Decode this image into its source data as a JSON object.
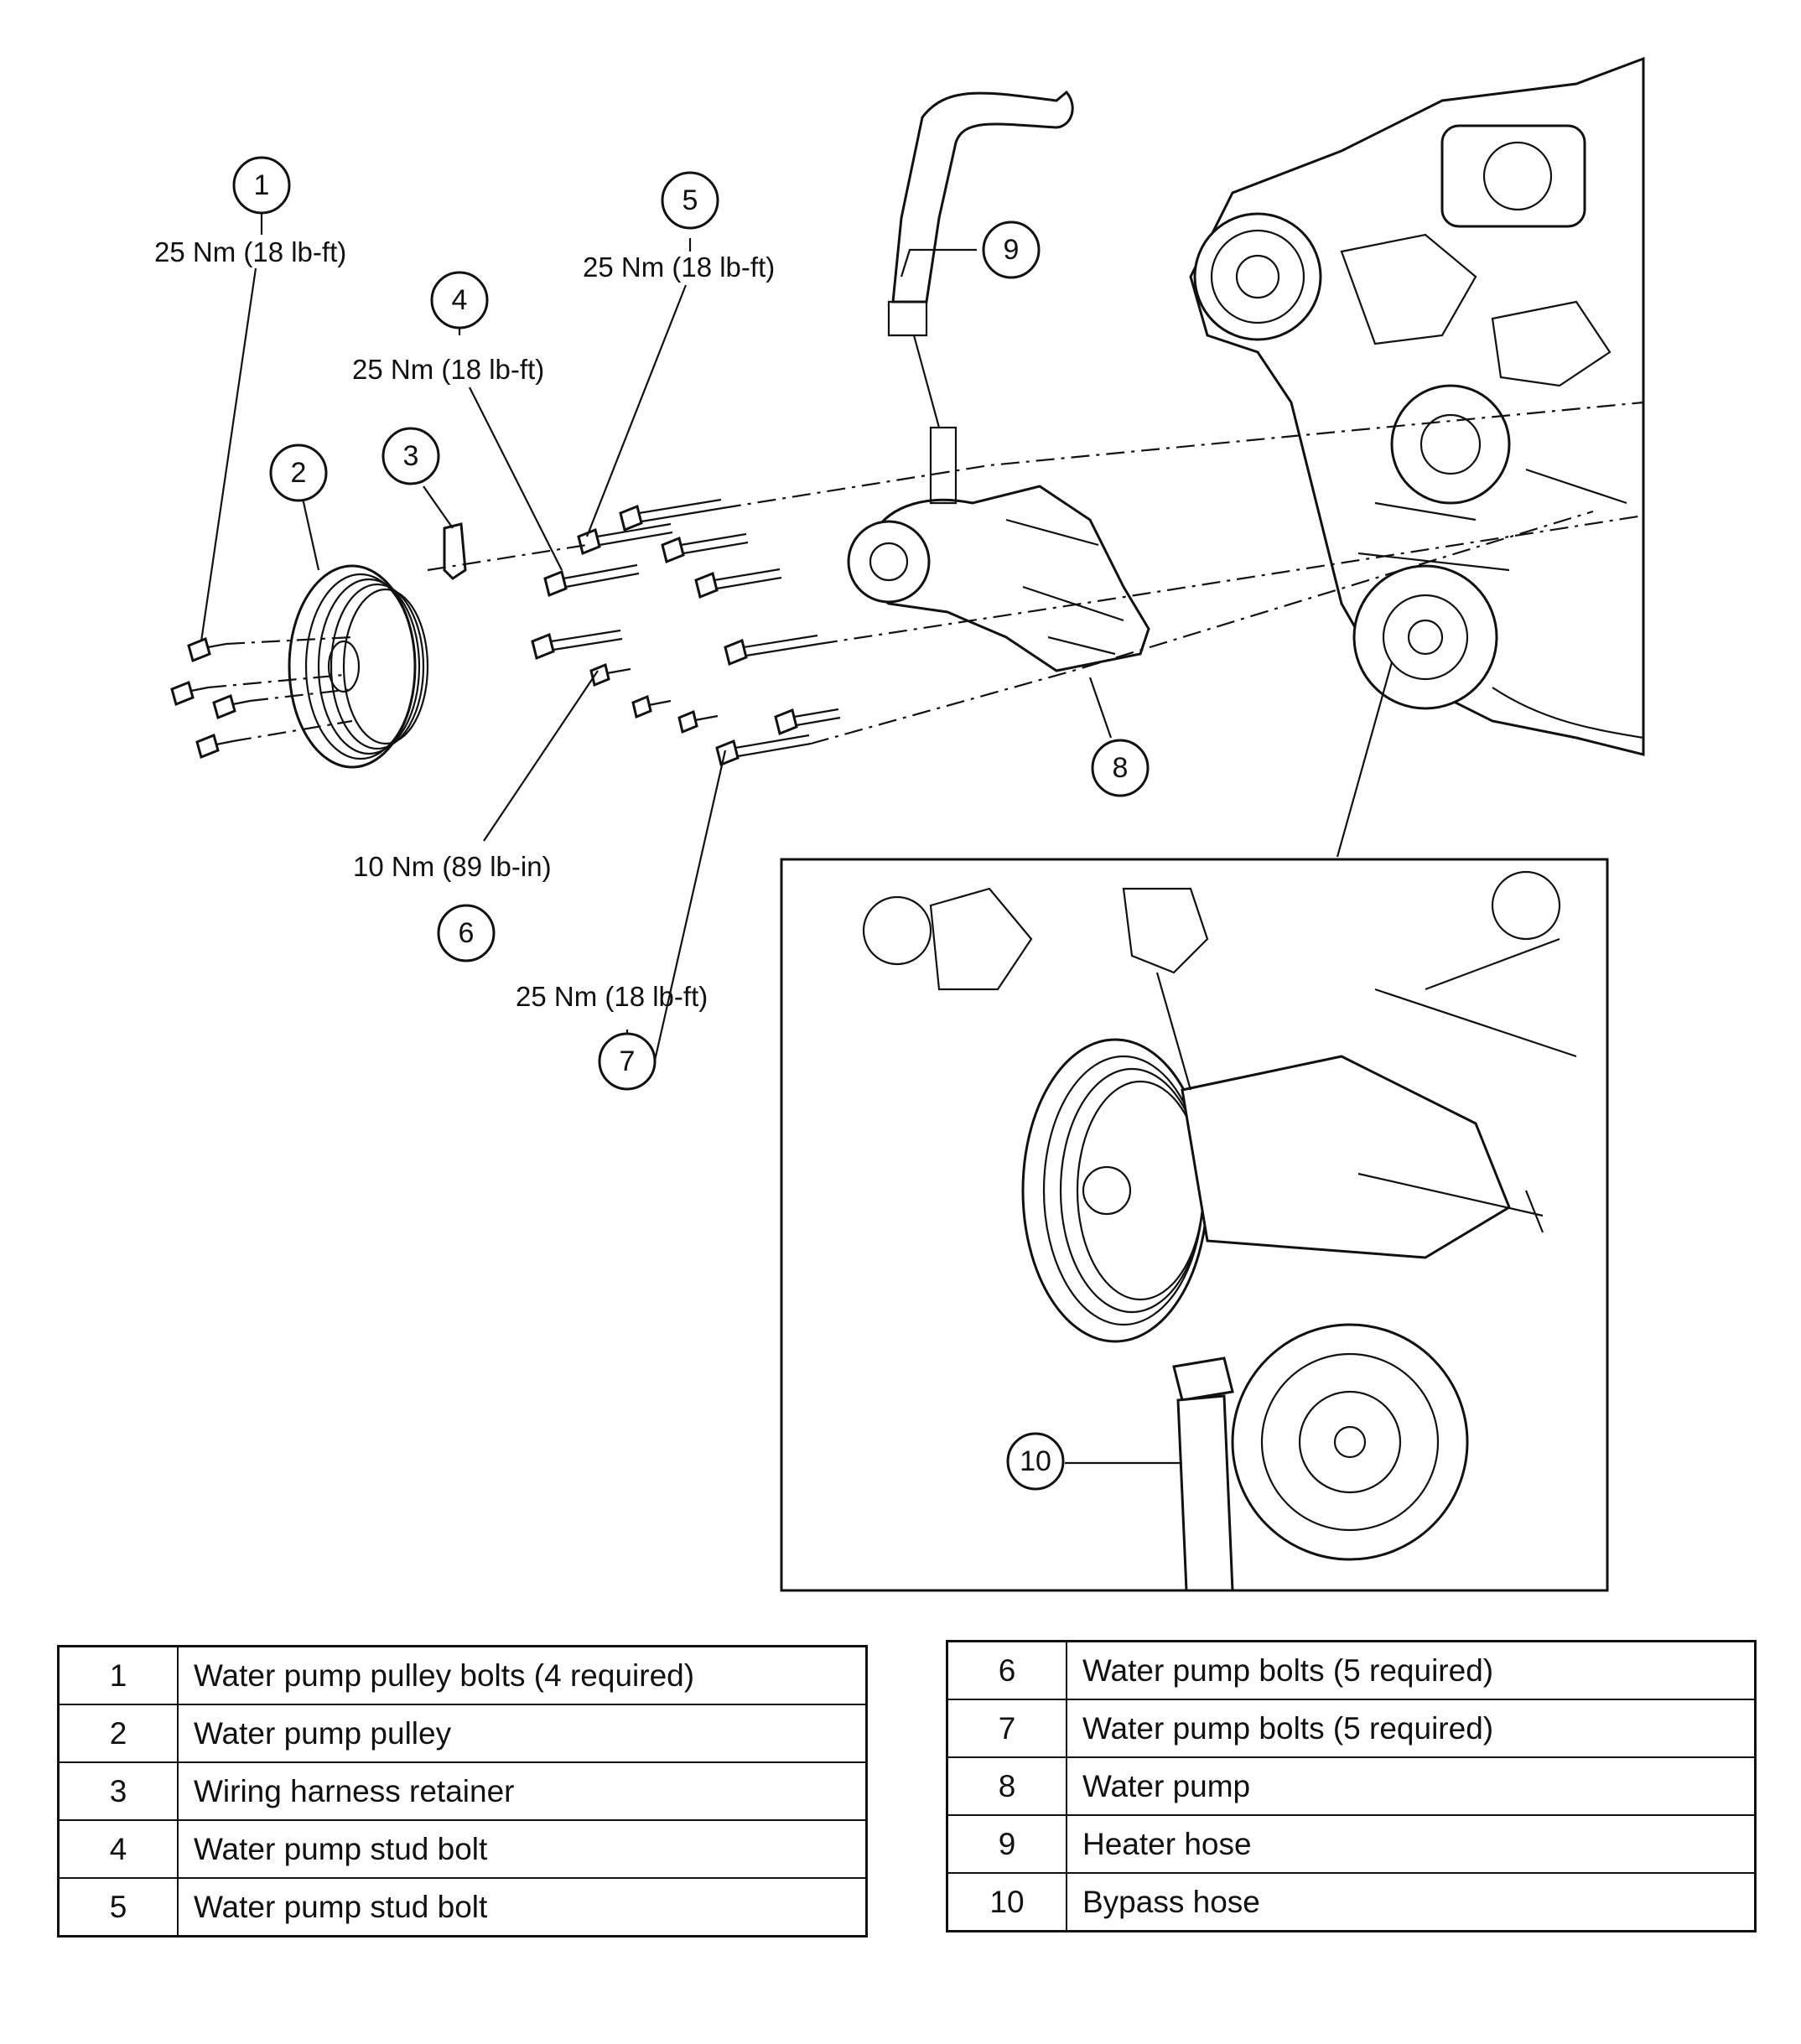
{
  "callouts": [
    {
      "number": "1",
      "torque": "25 Nm (18 lb-ft)"
    },
    {
      "number": "2"
    },
    {
      "number": "3"
    },
    {
      "number": "4",
      "torque": "25 Nm (18 lb-ft)"
    },
    {
      "number": "5",
      "torque": "25 Nm (18 lb-ft)"
    },
    {
      "number": "6",
      "torque": "10 Nm (89 lb-in)"
    },
    {
      "number": "7",
      "torque": "25 Nm (18 lb-ft)"
    },
    {
      "number": "8"
    },
    {
      "number": "9"
    },
    {
      "number": "10"
    }
  ],
  "legend_left": [
    {
      "num": "1",
      "desc": "Water pump pulley bolts (4 required)"
    },
    {
      "num": "2",
      "desc": "Water pump pulley"
    },
    {
      "num": "3",
      "desc": "Wiring harness retainer"
    },
    {
      "num": "4",
      "desc": "Water pump stud bolt"
    },
    {
      "num": "5",
      "desc": "Water pump stud bolt"
    }
  ],
  "legend_right": [
    {
      "num": "6",
      "desc": "Water pump bolts (5 required)"
    },
    {
      "num": "7",
      "desc": "Water pump bolts (5 required)"
    },
    {
      "num": "8",
      "desc": "Water pump"
    },
    {
      "num": "9",
      "desc": "Heater hose"
    },
    {
      "num": "10",
      "desc": "Bypass hose"
    }
  ]
}
